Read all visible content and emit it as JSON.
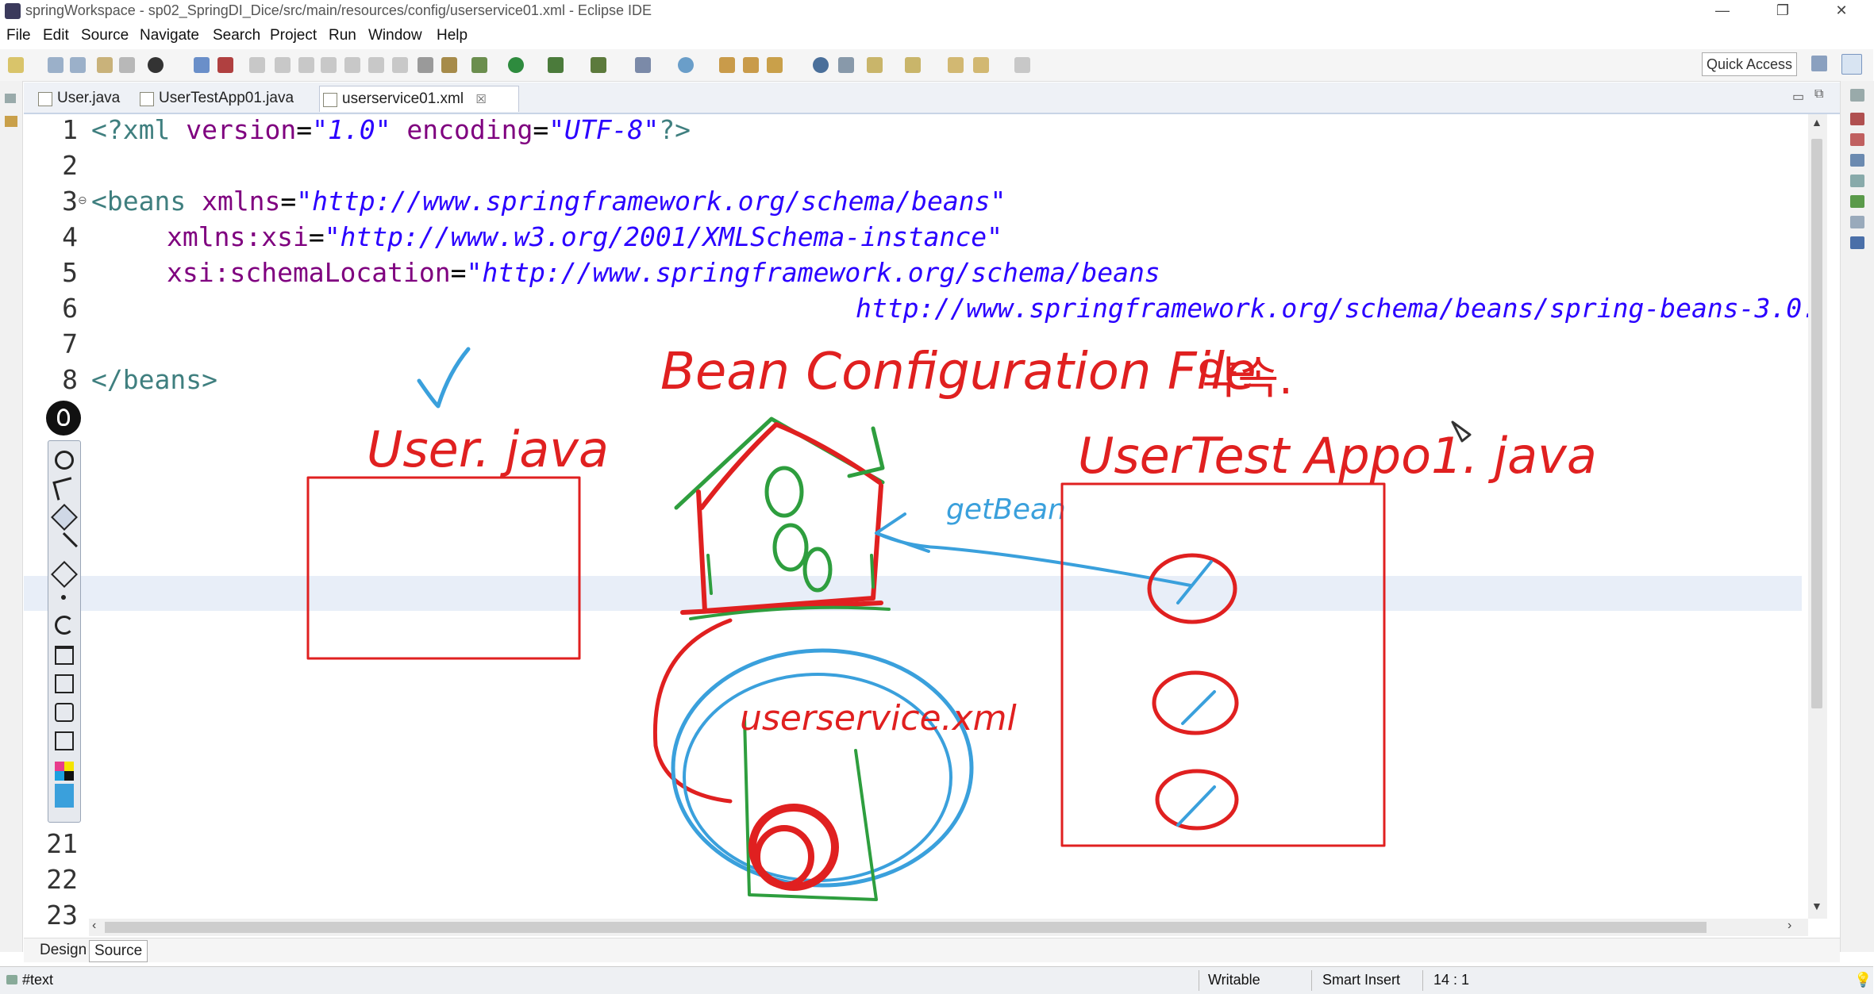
{
  "window": {
    "title": "springWorkspace - sp02_SpringDI_Dice/src/main/resources/config/userservice01.xml - Eclipse IDE",
    "controls": [
      "—",
      "❐",
      "✕"
    ]
  },
  "menu": [
    "File",
    "Edit",
    "Source",
    "Navigate",
    "Search",
    "Project",
    "Run",
    "Window",
    "Help"
  ],
  "toolbar": {
    "quick_access": "Quick Access"
  },
  "tabs": [
    {
      "label": "User.java",
      "active": false
    },
    {
      "label": "UserTestApp01.java",
      "active": false
    },
    {
      "label": "userservice01.xml",
      "active": true,
      "close": "☒"
    }
  ],
  "editor": {
    "lines": [
      {
        "num": "1"
      },
      {
        "num": "2"
      },
      {
        "num": "3",
        "fold": "⊖"
      },
      {
        "num": "4"
      },
      {
        "num": "5"
      },
      {
        "num": "6"
      },
      {
        "num": "7"
      },
      {
        "num": "8"
      },
      {
        "num": "21"
      },
      {
        "num": "22"
      },
      {
        "num": "23"
      }
    ],
    "code": {
      "l1_open": "<?xml ",
      "l1_attr1": "version",
      "l1_eq1": "=",
      "l1_val1": "\"1.0\"",
      "l1_attr2": " encoding",
      "l1_eq2": "=",
      "l1_val2": "\"UTF-8\"",
      "l1_close": "?>",
      "l3_tag": "<beans ",
      "l3_attr": "xmlns",
      "l3_eq": "=",
      "l3_val": "\"http://www.springframework.org/schema/beans\"",
      "l4_attr": "xmlns:xsi",
      "l4_eq": "=",
      "l4_val": "\"http://www.w3.org/2001/XMLSchema-instance\"",
      "l5_attr": "xsi:schemaLocation",
      "l5_eq": "=",
      "l5_val": "\"http://www.springframework.org/schema/beans",
      "l6_val": "http://www.springframework.org/schema/beans/spring-beans-3.0.",
      "l8_tag": "</beans>"
    }
  },
  "annotations": {
    "title": "Bean Configuration File",
    "korean": "약속.",
    "left_box_label": "User. java",
    "right_box_label": "UserTest Appo1. java",
    "arrow_label": "getBean",
    "xml_label": "userservice.xml",
    "colors": {
      "red": "#e02020",
      "green": "#2e9e3e",
      "blue": "#3aa0dc"
    }
  },
  "view_tabs": [
    "Design",
    "Source"
  ],
  "status": {
    "left": "#text",
    "writable": "Writable",
    "mode": "Smart Insert",
    "position": "14 : 1"
  }
}
